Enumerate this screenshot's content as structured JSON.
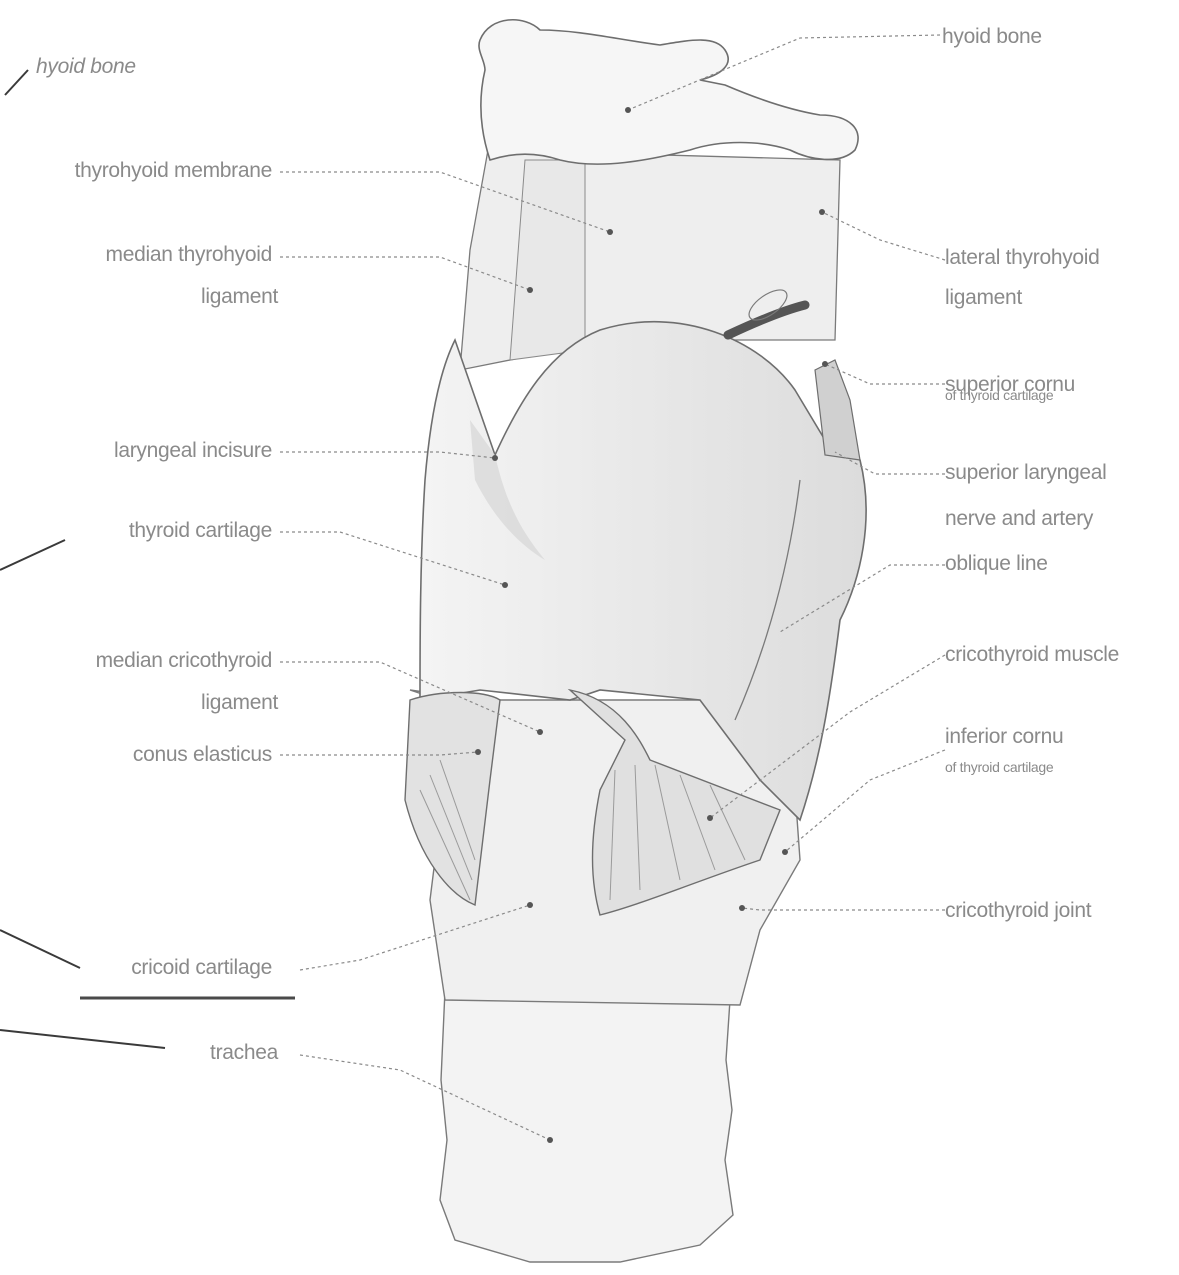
{
  "figure": {
    "labels_left": {
      "hyoid_bone_left": "hyoid bone",
      "thyrohyoid_membrane": "thyrohyoid membrane",
      "median_thyrohyoid_ligament": "median thyrohyoid",
      "median_thyrohyoid_ligament_2": "ligament",
      "laryngeal_incisure": "laryngeal incisure",
      "thyroid_cartilage": "thyroid cartilage",
      "median_cricothyroid_ligament": "median cricothyroid",
      "median_cricothyroid_ligament_2": "ligament",
      "conus_elasticus": "conus elasticus",
      "cricoid_cartilage": "cricoid cartilage",
      "trachea": "trachea"
    },
    "labels_right": {
      "hyoid_bone_right": "hyoid bone",
      "lateral_thyrohyoid_ligament": "lateral thyrohyoid",
      "lateral_thyrohyoid_ligament_2": "ligament",
      "superior_cornu": "superior cornu",
      "superior_cornu_sub": "of thyroid cartilage",
      "superior_laryngeal_nerve": "superior laryngeal",
      "superior_laryngeal_nerve_2": "nerve and artery",
      "oblique_line": "oblique line",
      "cricothyroid_muscle": "cricothyroid muscle",
      "inferior_cornu": "inferior cornu",
      "inferior_cornu_sub": "of thyroid cartilage",
      "cricothyroid_joint": "cricothyroid joint"
    },
    "colors": {
      "outline": "#6e6e6e",
      "fill": "#f2f2f2",
      "shade": "#d4d4d4",
      "leader": "#8a8a8a",
      "annotation_ink": "#3a3a3a"
    }
  }
}
